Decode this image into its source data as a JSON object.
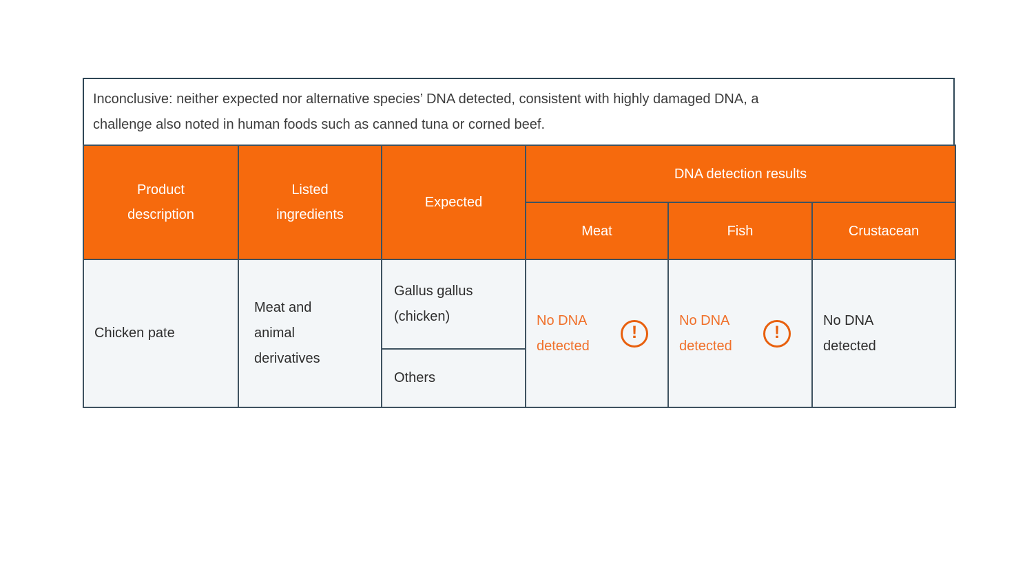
{
  "colors": {
    "accent_orange": "#f66a0d",
    "result_orange": "#f0702a",
    "icon_orange": "#e8600e",
    "border_slate": "#3e5260",
    "cell_background": "#f3f6f8",
    "header_text": "#ffffff",
    "body_text": "#2e2e2e"
  },
  "note": {
    "line1": "Inconclusive: neither expected nor alternative species’ DNA detected, consistent with highly damaged DNA, a",
    "line2": "challenge also noted in human foods such as canned tuna or corned beef."
  },
  "table": {
    "headers": {
      "product": "Product description",
      "ingredients": "Listed ingredients",
      "expected": "Expected",
      "dna_group": "DNA detection results",
      "meat": "Meat",
      "fish": "Fish",
      "crustacean": "Crustacean"
    },
    "row": {
      "product": "Chicken pate",
      "ingredients": "Meat and animal derivatives",
      "expected_primary": "Gallus gallus (chicken)",
      "expected_secondary": "Others",
      "meat_result": "No DNA detected",
      "fish_result": "No DNA detected",
      "crustacean_result": "No DNA detected"
    }
  },
  "icons": {
    "alert_glyph": "!"
  }
}
